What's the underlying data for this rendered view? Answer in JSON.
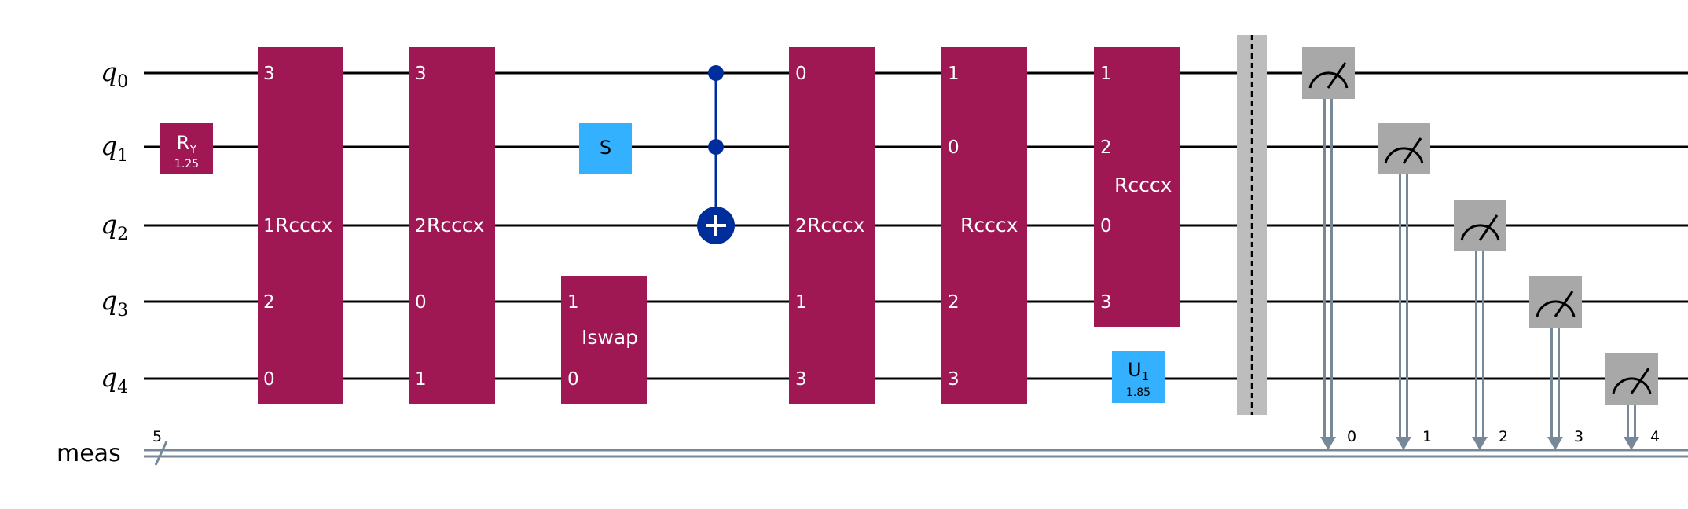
{
  "colors": {
    "wire": "#000000",
    "classical_wire": "#778899",
    "multi_gate": "#9F1853",
    "single_gate": "#33B1FF",
    "ry_gate": "#9F1853",
    "cnot": "#002D9C",
    "barrier": "#BDBDBD",
    "measure": "#A8A8A8"
  },
  "circuit": {
    "qubit_register": "q",
    "qubits": [
      "0",
      "1",
      "2",
      "3",
      "4"
    ],
    "classical_register": "meas",
    "classical_size": "5",
    "gates": [
      {
        "name": "R",
        "sub": "Y",
        "param": "1.25",
        "qubit": 1
      },
      {
        "name": "Rcccx",
        "qubit_labels": [
          [
            "0",
            "3"
          ],
          [
            "2",
            "1"
          ],
          [
            "3",
            "2"
          ],
          [
            "4",
            "0"
          ]
        ]
      },
      {
        "name": "Rcccx",
        "qubit_labels": [
          [
            "0",
            "3"
          ],
          [
            "2",
            "2"
          ],
          [
            "3",
            "0"
          ],
          [
            "4",
            "1"
          ]
        ]
      },
      {
        "name": "S",
        "qubit": 1
      },
      {
        "name": "Iswap",
        "qubit_labels": [
          [
            "3",
            "1"
          ],
          [
            "4",
            "0"
          ]
        ]
      },
      {
        "name": "ccx",
        "controls": [
          0,
          1
        ],
        "target": 2
      },
      {
        "name": "Rcccx",
        "qubit_labels": [
          [
            "0",
            "0"
          ],
          [
            "2",
            "2"
          ],
          [
            "3",
            "1"
          ],
          [
            "4",
            "3"
          ]
        ]
      },
      {
        "name": "Rcccx",
        "qubit_labels": [
          [
            "0",
            "1"
          ],
          [
            "1",
            "0"
          ],
          [
            "3",
            "2"
          ],
          [
            "4",
            "3"
          ]
        ]
      },
      {
        "name": "Rcccx",
        "qubit_labels": [
          [
            "0",
            "1"
          ],
          [
            "1",
            "2"
          ],
          [
            "2",
            "0"
          ],
          [
            "3",
            "3"
          ]
        ]
      },
      {
        "name": "U",
        "sub": "1",
        "param": "1.85",
        "qubit": 4
      }
    ],
    "measure_bits": [
      "0",
      "1",
      "2",
      "3",
      "4"
    ]
  }
}
